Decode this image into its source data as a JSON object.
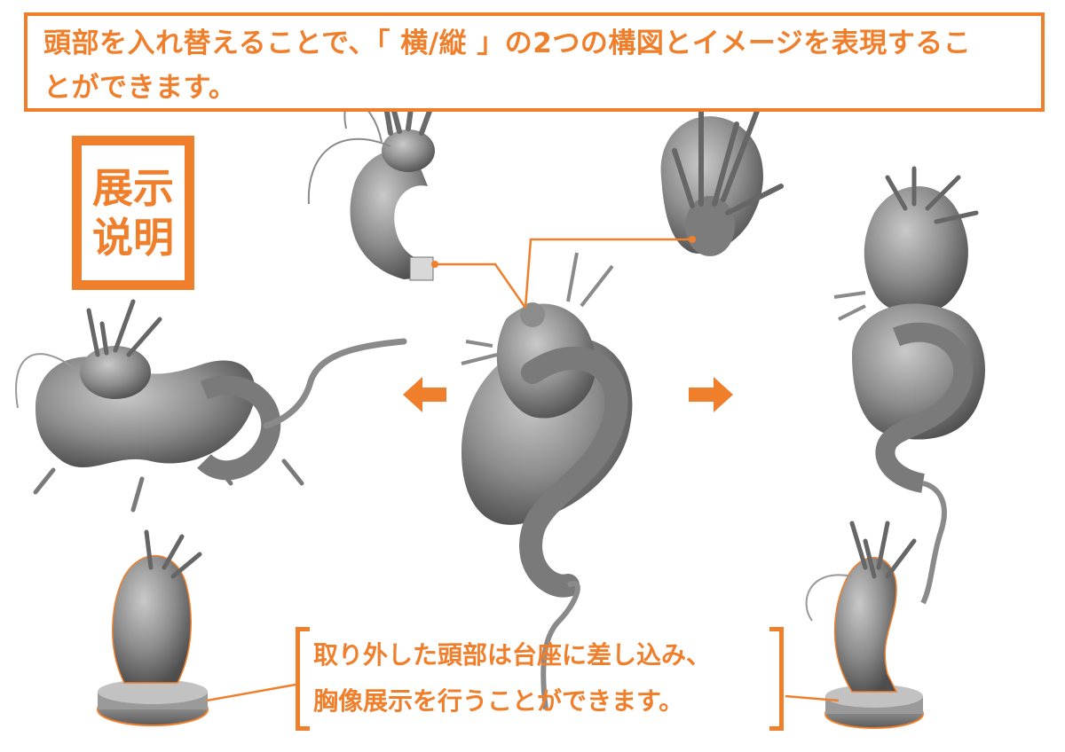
{
  "header": {
    "line1": "頭部を入れ替えることで、「 横/縦 」の2つの構図とイメージを表現するこ",
    "line2": "とができます。"
  },
  "badge": {
    "line1": "展示",
    "line2": "说明"
  },
  "footer": {
    "line1": "取り外した頭部は台座に差し込み、",
    "line2": "胸像展示を行うことができます。"
  },
  "colors": {
    "accent": "#f07f2c",
    "sculpture": "#8a8a8a"
  },
  "icons": [
    "arrow-left-icon",
    "arrow-right-icon"
  ]
}
